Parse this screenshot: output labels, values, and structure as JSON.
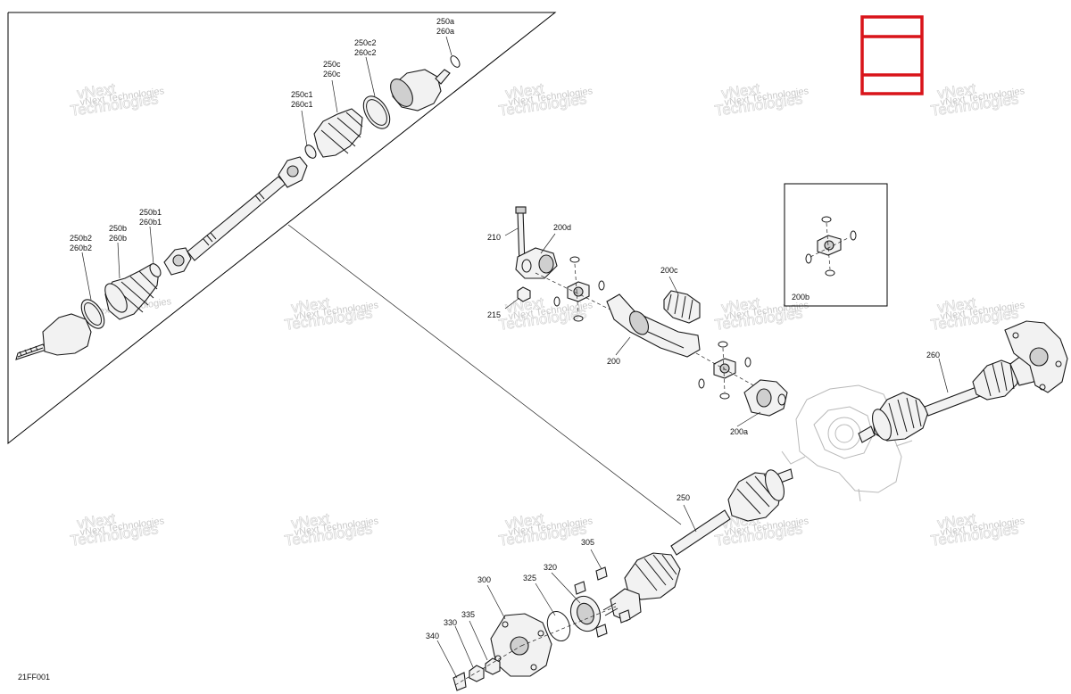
{
  "figure_code": "21FF001",
  "watermark": {
    "line1": "vNext",
    "line2": "Technologies",
    "small": "vNext Technologies"
  },
  "icon": {
    "name": "red-book-icon",
    "color": "#d9141a"
  },
  "labels": {
    "l250a": "250a",
    "l260a": "260a",
    "l250c2": "250c2",
    "l260c2": "260c2",
    "l250c": "250c",
    "l260c": "260c",
    "l250c1": "250c1",
    "l260c1": "260c1",
    "l250b1": "250b1",
    "l260b1": "260b1",
    "l250b": "250b",
    "l260b": "260b",
    "l250b2": "250b2",
    "l260b2": "260b2",
    "l210": "210",
    "l200d": "200d",
    "l200c": "200c",
    "l200b": "200b",
    "l215": "215",
    "l200": "200",
    "l200a": "200a",
    "l260": "260",
    "l250": "250",
    "l305": "305",
    "l320": "320",
    "l325": "325",
    "l300": "300",
    "l335": "335",
    "l330": "330",
    "l340": "340"
  }
}
